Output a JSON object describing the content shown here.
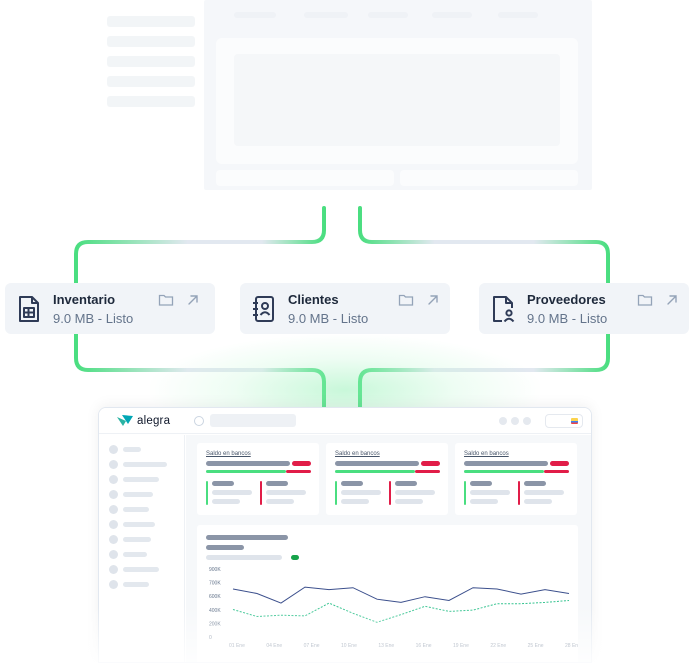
{
  "colors": {
    "accent_green": "#4ade80",
    "accent_red": "#e11d48",
    "series_primary": "#3b4f8c",
    "series_secondary": "#34c38f",
    "card_bg": "#f1f4f8"
  },
  "cards": [
    {
      "name": "Inventario",
      "meta": "9.0 MB - Listo",
      "icon": "spreadsheet-file-icon"
    },
    {
      "name": "Clientes",
      "meta": "9.0 MB - Listo",
      "icon": "contacts-book-icon"
    },
    {
      "name": "Proveedores",
      "meta": "9.0 MB - Listo",
      "icon": "user-file-icon"
    }
  ],
  "card_actions": [
    "folder-icon",
    "arrow-up-right-icon"
  ],
  "app": {
    "brand": "alegra",
    "kpis": [
      {
        "title": "Saldo en bancos"
      },
      {
        "title": "Saldo en bancos"
      },
      {
        "title": "Saldo en bancos"
      }
    ]
  },
  "chart_data": {
    "type": "line",
    "title": "",
    "xlabel": "",
    "ylabel": "",
    "y_ticks": [
      "900K",
      "700K",
      "600K",
      "400K",
      "200K",
      "0"
    ],
    "x": [
      "01 Ene",
      "04 Ene",
      "07 Ene",
      "10 Ene",
      "13 Ene",
      "16 Ene",
      "19 Ene",
      "22 Ene",
      "25 Ene",
      "28 Ene"
    ],
    "series": [
      {
        "style": "solid",
        "color": "#3b4f8c",
        "values": [
          750,
          680,
          530,
          780,
          740,
          770,
          590,
          540,
          630,
          570,
          770,
          750,
          670,
          740,
          680
        ]
      },
      {
        "style": "dashed",
        "color": "#34c38f",
        "values": [
          430,
          320,
          340,
          330,
          530,
          370,
          230,
          350,
          480,
          400,
          420,
          520,
          520,
          540,
          570
        ]
      }
    ],
    "ylim": [
      0,
      1000
    ],
    "grid": false,
    "legend": "none"
  }
}
